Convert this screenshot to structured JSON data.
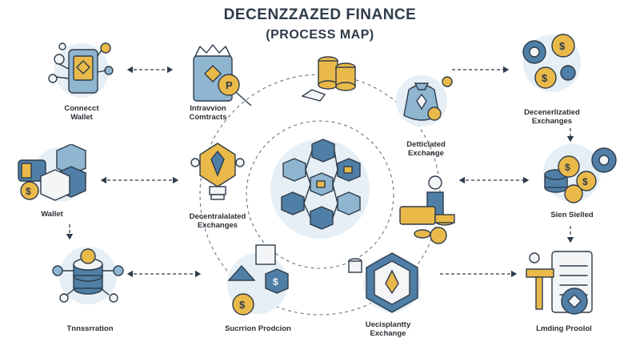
{
  "title": "DECENZZAZED FINANCE",
  "subtitle": "(PROCESS MAP)",
  "nodes": {
    "connect_wallet": "Connecct\nWallet",
    "interaction_contracts": "Intravvion\nComtracts",
    "distributed_exchange": "Detticiated\nExchange",
    "decentralized_exchanges_top": "Decenerlizatied\nExchanges",
    "wallet": "Wallet",
    "decentralized_exchanges_left": "Decentralalated\nExchanges",
    "sien_sielled": "Sien Sielled",
    "transaction": "Tnnssrration",
    "suction_production": "Sucrrion Prodcion",
    "uecispiantty_exchange": "Uecisplantty\nExchange",
    "lending_protocol": "Lmding Proolol"
  },
  "colors": {
    "ink": "#2f3b4a",
    "gold": "#e9b949",
    "blue_light": "#8fb5d0",
    "blue_dark": "#4f7fa6",
    "bubble": "#e6eff5"
  },
  "icons": [
    "phone-wallet-icon",
    "contract-scroll-icon",
    "coin-stack-icon",
    "money-bag-icon",
    "gear-coin-icon",
    "wallet-cube-icon",
    "lightbulb-gem-icon",
    "blockchain-cubes-icon",
    "cash-coins-icon",
    "coin-gear-icon",
    "database-network-icon",
    "coin-box-icon",
    "hexagon-token-icon",
    "clipboard-hammer-icon"
  ]
}
